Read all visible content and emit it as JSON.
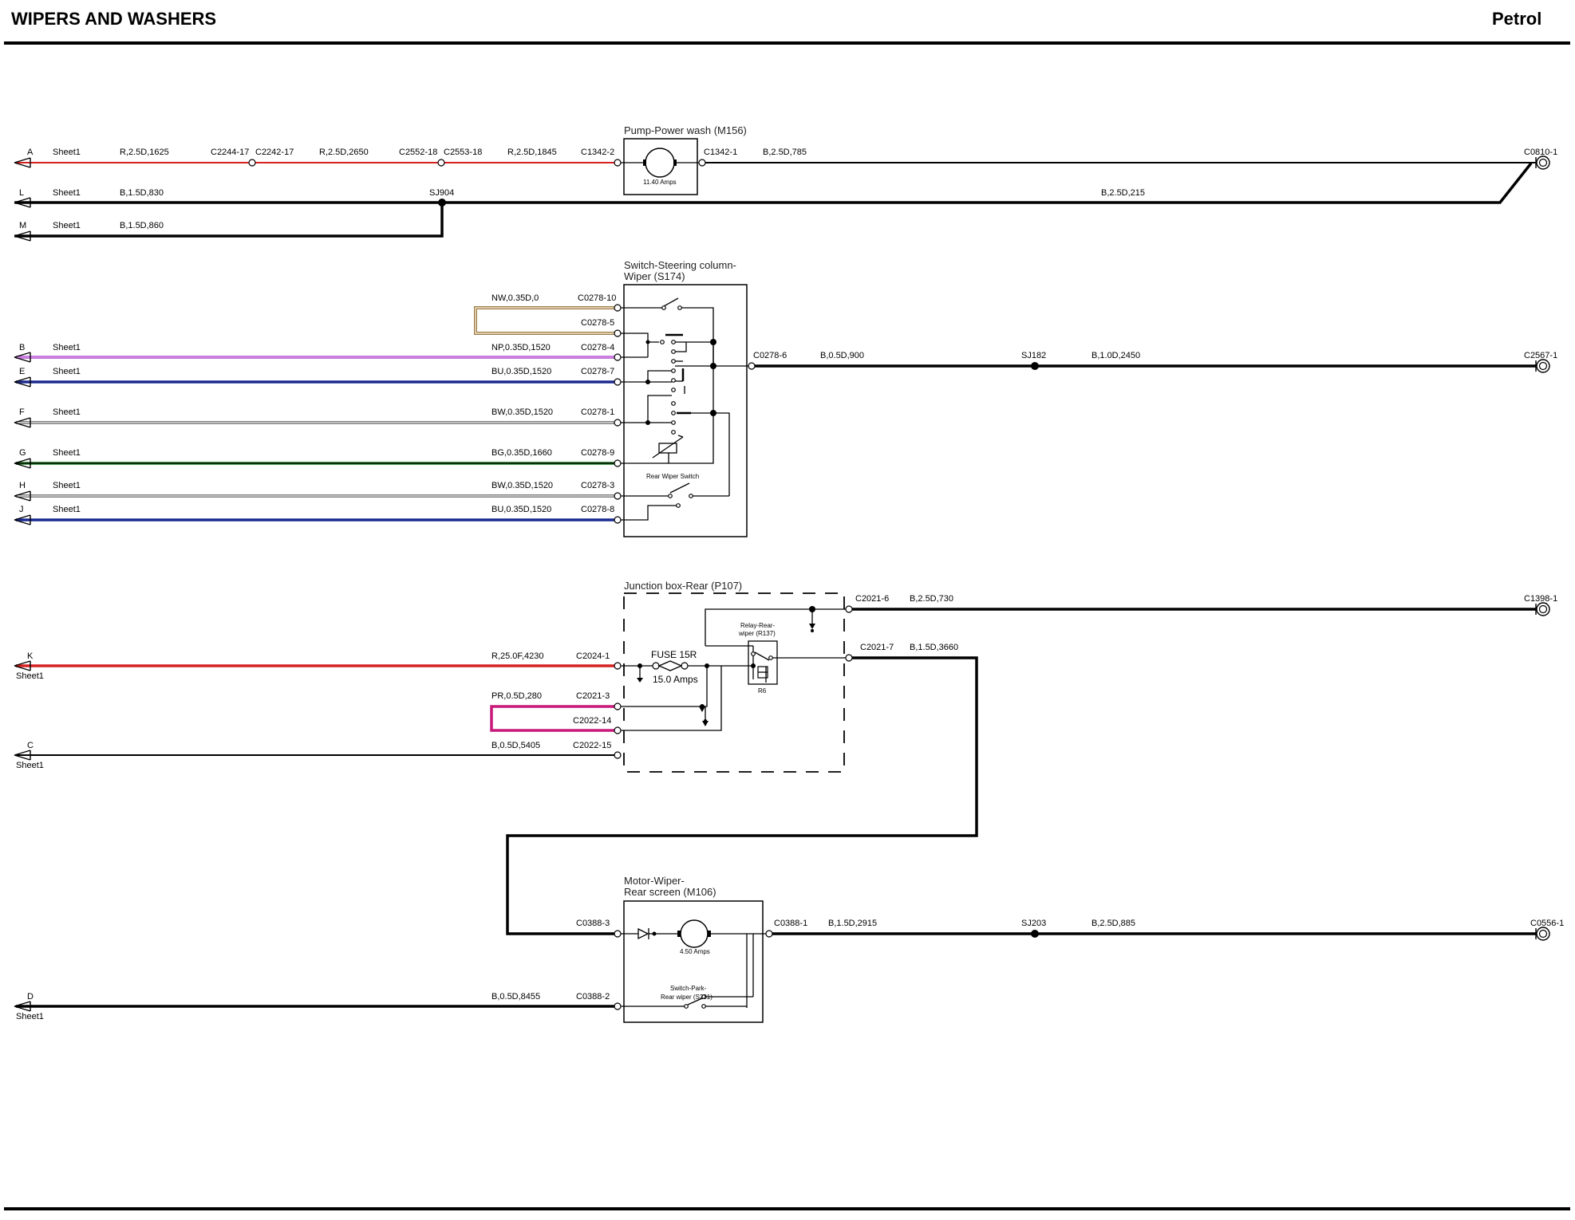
{
  "header": {
    "title": "WIPERS AND WASHERS",
    "variant": "Petrol"
  },
  "components": {
    "pump": {
      "title": "Pump-Power wash (M156)",
      "rating": "11.40 Amps"
    },
    "switch": {
      "title_line1": "Switch-Steering column-",
      "title_line2": "Wiper (S174)",
      "rear_wiper_switch": "Rear Wiper Switch"
    },
    "junction": {
      "title": "Junction box-Rear (P107)",
      "fuse_name": "FUSE 15R",
      "fuse_rating": "15.0 Amps"
    },
    "relay": {
      "title_line1": "Relay-Rear-",
      "title_line2": "wiper (R137)",
      "code": "R6"
    },
    "motor": {
      "title_line1": "Motor-Wiper-",
      "title_line2": "Rear screen (M106)",
      "rating": "4.50 Amps",
      "park_line1": "Switch-Park-",
      "park_line2": "Rear wiper (S231)"
    }
  },
  "sheet_refs": {
    "A": {
      "letter": "A",
      "sheet": "Sheet1"
    },
    "L": {
      "letter": "L",
      "sheet": "Sheet1"
    },
    "M": {
      "letter": "M",
      "sheet": "Sheet1"
    },
    "B": {
      "letter": "B",
      "sheet": "Sheet1"
    },
    "E": {
      "letter": "E",
      "sheet": "Sheet1"
    },
    "F": {
      "letter": "F",
      "sheet": "Sheet1"
    },
    "G": {
      "letter": "G",
      "sheet": "Sheet1"
    },
    "H": {
      "letter": "H",
      "sheet": "Sheet1"
    },
    "J": {
      "letter": "J",
      "sheet": "Sheet1"
    },
    "K": {
      "letter": "K",
      "sheet": "Sheet1"
    },
    "C": {
      "letter": "C",
      "sheet": "Sheet1"
    },
    "D": {
      "letter": "D",
      "sheet": "Sheet1"
    }
  },
  "wires": {
    "a1": "R,2.5D,1625",
    "a2": "R,2.5D,2650",
    "a3": "R,2.5D,1845",
    "a4": "B,2.5D,785",
    "l1": "B,1.5D,830",
    "l2": "B,2.5D,215",
    "m1": "B,1.5D,860",
    "nw": "NW,0.35D,0",
    "b": "NP,0.35D,1520",
    "e": "BU,0.35D,1520",
    "f": "BW,0.35D,1520",
    "g": "BG,0.35D,1660",
    "h": "BW,0.35D,1520",
    "j": "BU,0.35D,1520",
    "sw1": "B,0.5D,900",
    "sw2": "B,1.0D,2450",
    "k": "R,25.0F,4230",
    "pr": "PR,0.5D,280",
    "c": "B,0.5D,5405",
    "r1": "B,2.5D,730",
    "r2": "B,1.5D,3660",
    "mo1": "B,1.5D,2915",
    "mo2": "B,2.5D,885",
    "d": "B,0.5D,8455"
  },
  "connectors": {
    "c2244": "C2244-17",
    "c2242": "C2242-17",
    "c2552": "C2552-18",
    "c2553": "C2553-18",
    "c1342_2": "C1342-2",
    "c1342_1": "C1342-1",
    "c0810": "C0810-1",
    "sj904": "SJ904",
    "c0278_10": "C0278-10",
    "c0278_5": "C0278-5",
    "c0278_4": "C0278-4",
    "c0278_7": "C0278-7",
    "c0278_1": "C0278-1",
    "c0278_9": "C0278-9",
    "c0278_3": "C0278-3",
    "c0278_8": "C0278-8",
    "c0278_6": "C0278-6",
    "sj182": "SJ182",
    "c2567": "C2567-1",
    "c2021_6": "C2021-6",
    "c1398": "C1398-1",
    "c2021_7": "C2021-7",
    "c2024_1": "C2024-1",
    "c2021_3": "C2021-3",
    "c2022_14": "C2022-14",
    "c2022_15": "C2022-15",
    "c0388_3": "C0388-3",
    "c0388_1": "C0388-1",
    "sj203": "SJ203",
    "c0556": "C0556-1",
    "c0388_2": "C0388-2"
  }
}
